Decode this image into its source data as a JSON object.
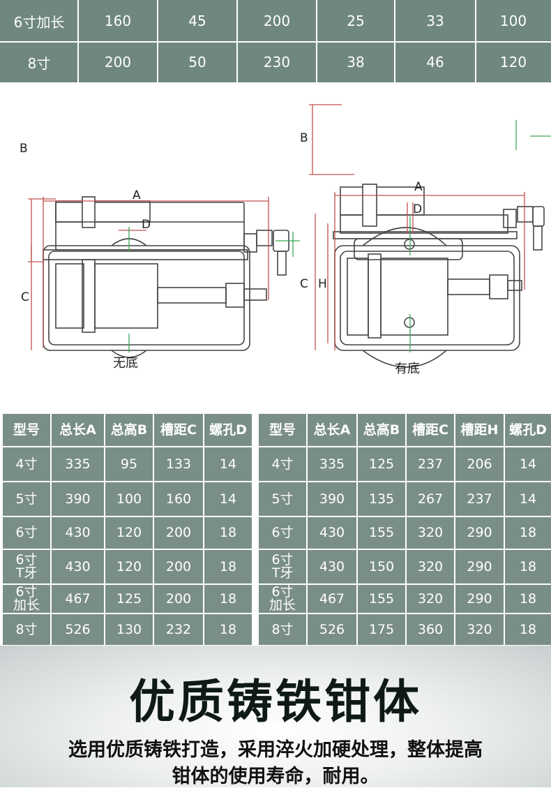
{
  "top_table": {
    "rows": [
      [
        "6寸加长",
        "160",
        "45",
        "200",
        "25",
        "33",
        "100"
      ],
      [
        "8寸",
        "200",
        "50",
        "230",
        "38",
        "46",
        "120"
      ]
    ]
  },
  "diagrams": {
    "left": {
      "label_a": "A",
      "label_b": "B",
      "label_c": "C",
      "label_d": "D",
      "caption": "无底"
    },
    "right": {
      "label_a": "A",
      "label_b": "B",
      "label_c": "C",
      "label_h": "H",
      "label_d": "D",
      "caption": "有底"
    }
  },
  "table_left": {
    "headers": [
      "型号",
      "总长A",
      "总高B",
      "槽距C",
      "螺孔D"
    ],
    "rows": [
      [
        "4寸",
        "335",
        "95",
        "133",
        "14"
      ],
      [
        "5寸",
        "390",
        "100",
        "160",
        "14"
      ],
      [
        "6寸",
        "430",
        "120",
        "200",
        "18"
      ],
      [
        "6寸\nT牙",
        "430",
        "120",
        "200",
        "18"
      ],
      [
        "6寸\n加长",
        "467",
        "125",
        "200",
        "18"
      ],
      [
        "8寸",
        "526",
        "130",
        "232",
        "18"
      ]
    ]
  },
  "table_right": {
    "headers": [
      "型号",
      "总长A",
      "总高B",
      "槽距C",
      "槽距H",
      "螺孔D"
    ],
    "rows": [
      [
        "4寸",
        "335",
        "125",
        "237",
        "206",
        "14"
      ],
      [
        "5寸",
        "390",
        "135",
        "267",
        "237",
        "14"
      ],
      [
        "6寸",
        "430",
        "155",
        "320",
        "290",
        "18"
      ],
      [
        "6寸\nT牙",
        "430",
        "150",
        "320",
        "290",
        "18"
      ],
      [
        "6寸\n加长",
        "467",
        "155",
        "320",
        "290",
        "18"
      ],
      [
        "8寸",
        "526",
        "175",
        "360",
        "320",
        "18"
      ]
    ]
  },
  "footer": {
    "title": "优质铸铁钳体",
    "line1": "选用优质铸铁打造，采用淬火加硬处理，整体提高",
    "line2": "钳体的使用寿命，耐用。"
  },
  "colors": {
    "table_bg": "#7a8e88",
    "top_bg": "#6f8780",
    "dim_red": "#c0504d",
    "center_green": "#3aa655"
  }
}
